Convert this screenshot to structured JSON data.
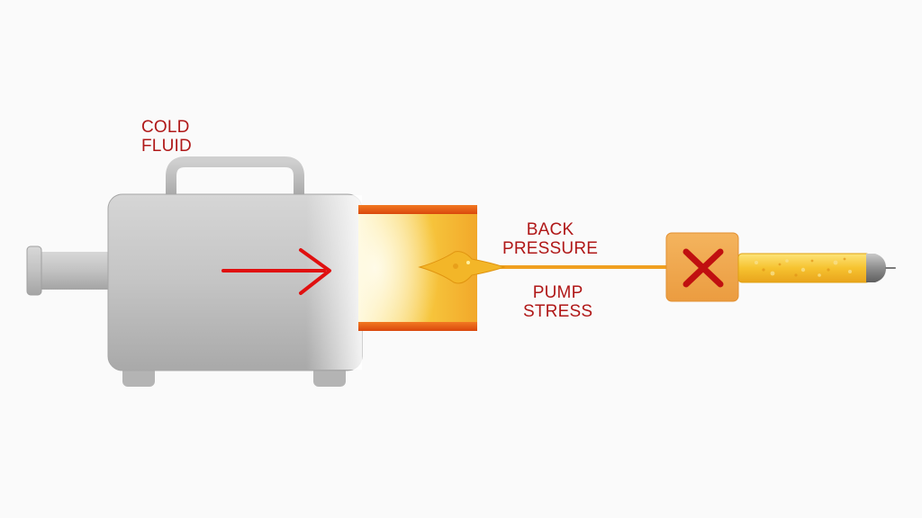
{
  "labels": {
    "cold_fluid": [
      "COLD",
      "FLUID"
    ],
    "back_pressure": [
      "BACK",
      "PRESSURE"
    ],
    "pump_stress": [
      "PUMP",
      "STRESS"
    ]
  },
  "icons": {
    "pump": "pump-icon",
    "flow_arrow": "arrow-right-icon",
    "blocked": "x-mark-icon",
    "nozzle": "nozzle-icon"
  },
  "colors": {
    "pump_body": "#bdbdbd",
    "label_red": "#b01818",
    "arrow_red": "#e01010",
    "pipe_orange": "#e85a10",
    "hot_fluid": "#f5c23a",
    "block_box": "#f0a850",
    "x_mark": "#c01010",
    "line": "#f0a020"
  }
}
